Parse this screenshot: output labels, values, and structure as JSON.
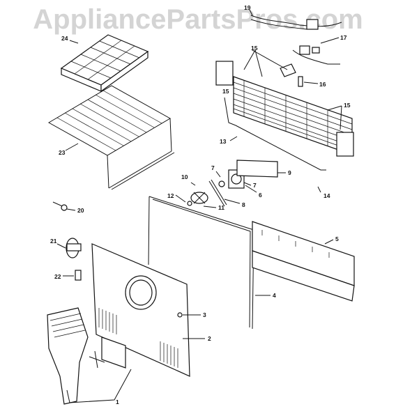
{
  "watermark": "AppliancePartsPros.com",
  "callouts": [
    "1",
    "2",
    "3",
    "4",
    "5",
    "6",
    "7",
    "7",
    "8",
    "9",
    "10",
    "11",
    "12",
    "13",
    "14",
    "15",
    "15",
    "15",
    "16",
    "17",
    "19",
    "20",
    "21",
    "22",
    "23",
    "24"
  ]
}
